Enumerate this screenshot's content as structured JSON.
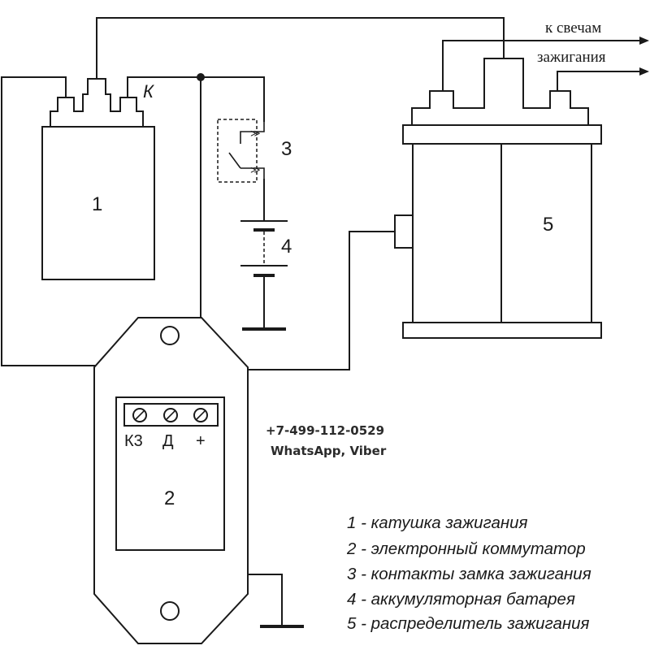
{
  "components": {
    "coil": {
      "number": "1",
      "terminal_label": "К"
    },
    "commutator": {
      "number": "2",
      "terminals": [
        "К3",
        "Д",
        "+"
      ]
    },
    "ignition_switch": {
      "number": "3"
    },
    "battery": {
      "number": "4"
    },
    "distributor": {
      "number": "5"
    }
  },
  "outputs": {
    "line1": "к свечам",
    "line2": "зажигания"
  },
  "contact": {
    "phone": "+7-499-112-0529",
    "messengers": "WhatsApp, Viber"
  },
  "legend": [
    "1 - катушка зажигания",
    "2 - электронный коммутатор",
    "3 - контакты замка зажигания",
    "4 - аккумуляторная батарея",
    "5 - распределитель зажигания"
  ]
}
